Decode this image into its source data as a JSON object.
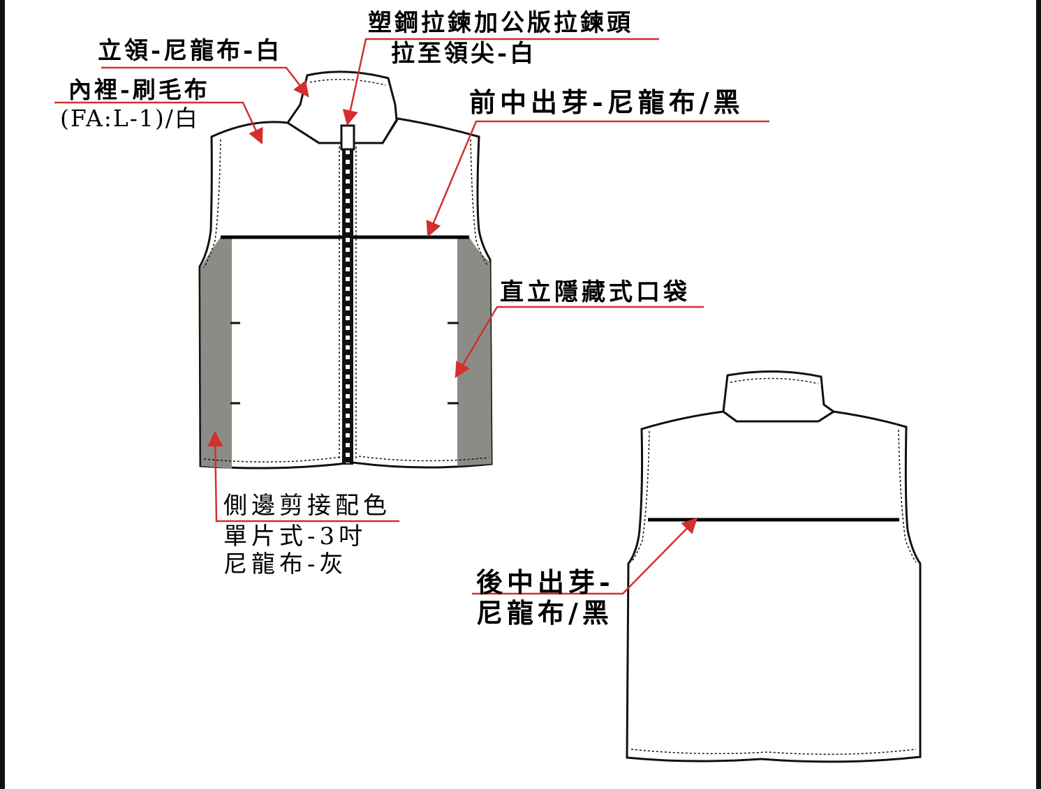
{
  "colors": {
    "annotation_line": "#d32f2f",
    "outline": "#111111",
    "side_panel": "#8c8c86",
    "piping": "#000000",
    "background": "#ffffff"
  },
  "labels": {
    "zipper_line1": "塑鋼拉鍊加公版拉鍊頭",
    "zipper_line2": "拉至領尖-白",
    "collar": "立領-尼龍布-白",
    "lining_line1": "內裡-刷毛布",
    "lining_line2": "(FA:L-1)/白",
    "front_piping": "前中出芽-尼龍布/黑",
    "pocket": "直立隱藏式口袋",
    "side_line1": "側邊剪接配色",
    "side_line2": "單片式-3吋",
    "side_line3": "尼龍布-灰",
    "back_piping_line1": "後中出芽-",
    "back_piping_line2": "尼龍布/黑"
  },
  "icons": {
    "arrow": "arrowhead-icon",
    "zipper_pull": "zipper-pull-icon"
  }
}
